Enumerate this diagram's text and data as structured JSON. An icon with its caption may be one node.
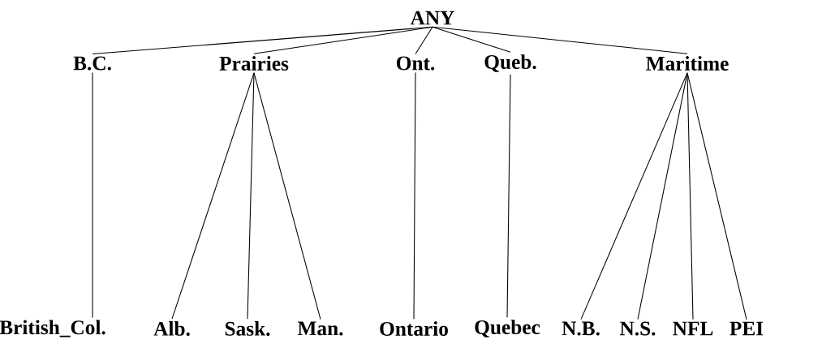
{
  "diagram": {
    "nodes": [
      {
        "text": [
          "ANY"
        ]
      },
      {
        "text": [
          "B.C."
        ]
      },
      {
        "text": [
          "Prairies"
        ]
      },
      {
        "text": [
          "Ont."
        ]
      },
      {
        "text": [
          "Queb."
        ]
      },
      {
        "text": [
          "Maritime"
        ]
      },
      {
        "text": [
          "British_Col."
        ]
      },
      {
        "text": [
          "Alb."
        ]
      },
      {
        "text": [
          "Sask."
        ]
      },
      {
        "text": [
          "Man."
        ]
      },
      {
        "text": [
          "Ontario"
        ]
      },
      {
        "text": [
          "Quebec"
        ]
      },
      {
        "text": [
          "N.B."
        ]
      },
      {
        "text": [
          "N.S."
        ]
      },
      {
        "text": [
          "NFL"
        ]
      },
      {
        "text": [
          "PEI"
        ]
      }
    ],
    "edges": [
      {
        "from": 0,
        "to": 1,
        "arrow": "none"
      },
      {
        "from": 0,
        "to": 2,
        "arrow": "none"
      },
      {
        "from": 0,
        "to": 3,
        "arrow": "none"
      },
      {
        "from": 0,
        "to": 4,
        "arrow": "none"
      },
      {
        "from": 0,
        "to": 5,
        "arrow": "none"
      },
      {
        "from": 1,
        "to": 6,
        "arrow": "none"
      },
      {
        "from": 2,
        "to": 7,
        "arrow": "none"
      },
      {
        "from": 2,
        "to": 8,
        "arrow": "none"
      },
      {
        "from": 2,
        "to": 9,
        "arrow": "none"
      },
      {
        "from": 3,
        "to": 10,
        "arrow": "none"
      },
      {
        "from": 4,
        "to": 11,
        "arrow": "none"
      },
      {
        "from": 5,
        "to": 12,
        "arrow": "none"
      },
      {
        "from": 5,
        "to": 13,
        "arrow": "none"
      },
      {
        "from": 5,
        "to": 14,
        "arrow": "none"
      },
      {
        "from": 5,
        "to": 15,
        "arrow": "none"
      }
    ]
  }
}
